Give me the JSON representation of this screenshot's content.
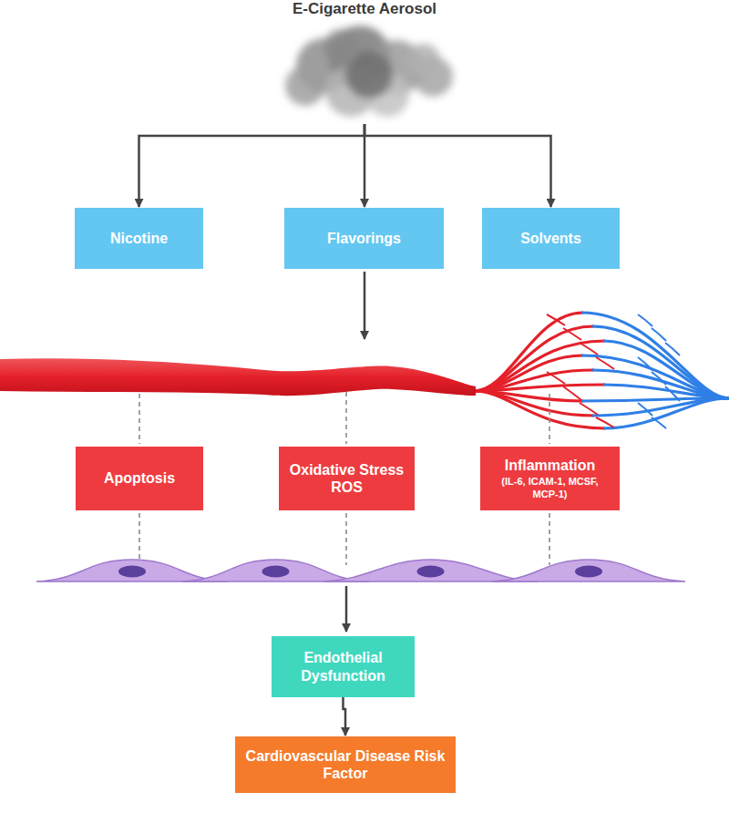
{
  "diagram": {
    "nodes": [
      {
        "text": [
          "E-Cigarette Aerosol"
        ]
      },
      {
        "text": [
          "Nicotine"
        ]
      },
      {
        "text": [
          "Flavorings"
        ]
      },
      {
        "text": [
          "Solvents"
        ]
      },
      {
        "text": [
          "Apoptosis"
        ]
      },
      {
        "text": [
          "Oxidative Stress ROS"
        ]
      },
      {
        "text": [
          "Inflammation",
          "(IL-6, ICAM-1, MCSF, MCP-1)"
        ]
      },
      {
        "text": [
          "Endothelial Dysfunction"
        ]
      },
      {
        "text": [
          "Cardiovascular Disease Risk Factor"
        ]
      }
    ],
    "edges": [
      {
        "from": 0,
        "to": 1,
        "arrow": "to"
      },
      {
        "from": 0,
        "to": 2,
        "arrow": "to"
      },
      {
        "from": 0,
        "to": 3,
        "arrow": "to"
      },
      {
        "from": 7,
        "to": 8,
        "arrow": "to"
      }
    ]
  }
}
